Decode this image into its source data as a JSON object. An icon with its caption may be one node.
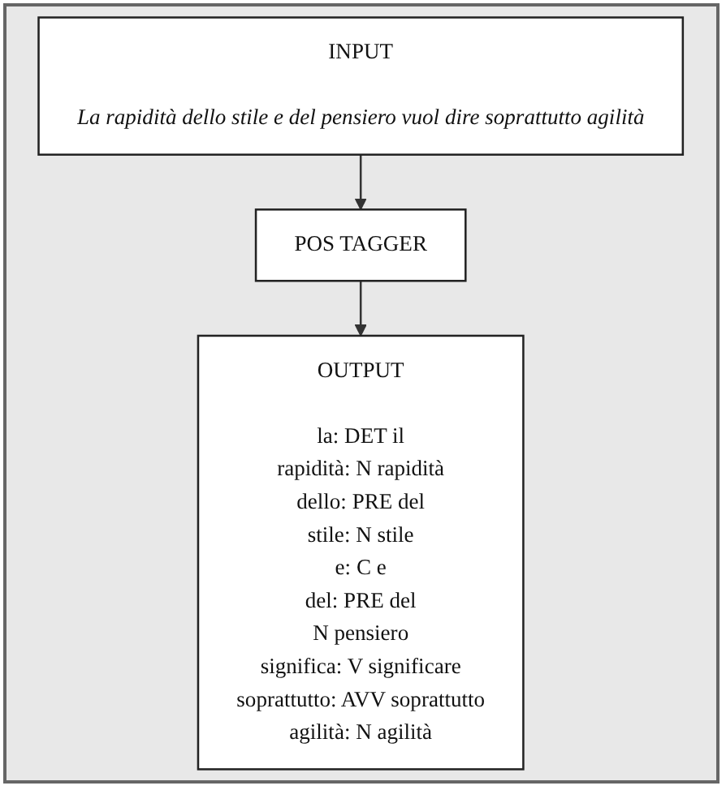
{
  "diagram": {
    "nodes": [
      {
        "text": [
          "INPUT",
          "La rapidità dello stile e del pensiero vuol dire soprattutto agilità"
        ]
      },
      {
        "text": [
          "POS TAGGER"
        ]
      },
      {
        "text": [
          "OUTPUT",
          "la: DET il",
          "rapidità: N rapidità",
          "dello: PRE del",
          "stile: N stile",
          "e: C e",
          "del: PRE del",
          "N pensiero",
          "significa: V significare",
          "soprattutto: AVV soprattutto",
          "agilità: N agilità"
        ]
      }
    ],
    "edges": [
      {
        "from": 0,
        "to": 1,
        "arrow": "to"
      },
      {
        "from": 1,
        "to": 2,
        "arrow": "to"
      }
    ]
  }
}
